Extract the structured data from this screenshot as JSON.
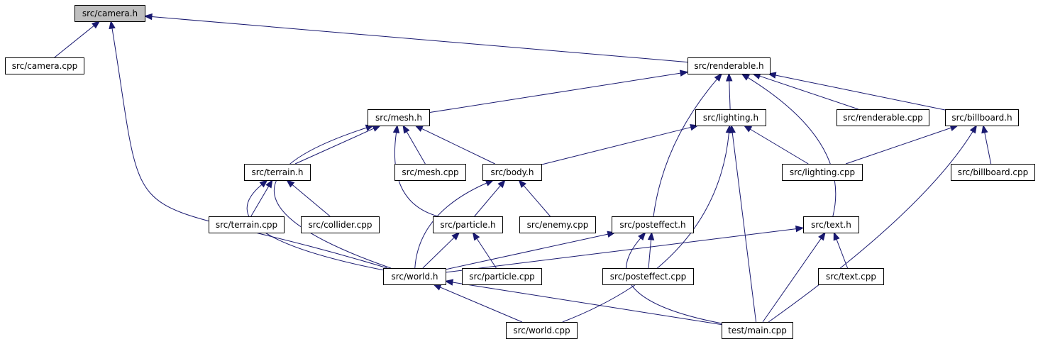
{
  "graph": {
    "colors": {
      "edge": "#191970",
      "node_border": "#000000",
      "highlight_fill": "#bfbfbf",
      "node_fill": "#ffffff"
    },
    "nodes": [
      {
        "id": "camera_h",
        "label": "src/camera.h",
        "highlighted": true
      },
      {
        "id": "camera_cpp",
        "label": "src/camera.cpp"
      },
      {
        "id": "renderable_h",
        "label": "src/renderable.h"
      },
      {
        "id": "mesh_h",
        "label": "src/mesh.h"
      },
      {
        "id": "lighting_h",
        "label": "src/lighting.h"
      },
      {
        "id": "renderable_cpp",
        "label": "src/renderable.cpp"
      },
      {
        "id": "billboard_h",
        "label": "src/billboard.h"
      },
      {
        "id": "terrain_h",
        "label": "src/terrain.h"
      },
      {
        "id": "mesh_cpp",
        "label": "src/mesh.cpp"
      },
      {
        "id": "body_h",
        "label": "src/body.h"
      },
      {
        "id": "lighting_cpp",
        "label": "src/lighting.cpp"
      },
      {
        "id": "billboard_cpp",
        "label": "src/billboard.cpp"
      },
      {
        "id": "terrain_cpp",
        "label": "src/terrain.cpp"
      },
      {
        "id": "collider_cpp",
        "label": "src/collider.cpp"
      },
      {
        "id": "particle_h",
        "label": "src/particle.h"
      },
      {
        "id": "enemy_cpp",
        "label": "src/enemy.cpp"
      },
      {
        "id": "posteffect_h",
        "label": "src/posteffect.h"
      },
      {
        "id": "text_h",
        "label": "src/text.h"
      },
      {
        "id": "world_h",
        "label": "src/world.h"
      },
      {
        "id": "particle_cpp",
        "label": "src/particle.cpp"
      },
      {
        "id": "posteffect_cpp",
        "label": "src/posteffect.cpp"
      },
      {
        "id": "text_cpp",
        "label": "src/text.cpp"
      },
      {
        "id": "world_cpp",
        "label": "src/world.cpp"
      },
      {
        "id": "main_cpp",
        "label": "test/main.cpp"
      }
    ]
  }
}
